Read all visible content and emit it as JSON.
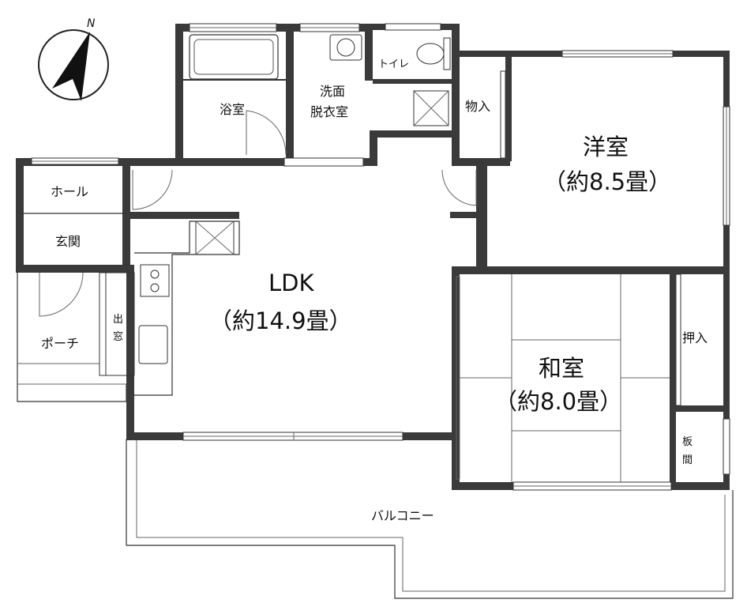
{
  "compass": {
    "north_label": "N"
  },
  "rooms": {
    "bath": "浴室",
    "washroom_line1": "洗面",
    "washroom_line2": "脱衣室",
    "toilet": "トイレ",
    "storage": "物入",
    "western_name": "洋室",
    "western_size": "（約8.5畳）",
    "hall": "ホール",
    "entrance": "玄関",
    "porch": "ポーチ",
    "bay_window_1": "出",
    "bay_window_2": "窓",
    "ldk_name": "LDK",
    "ldk_size": "（約14.9畳）",
    "japanese_name": "和室",
    "japanese_size": "（約8.0畳）",
    "closet": "押入",
    "wood_floor_1": "板",
    "wood_floor_2": "間",
    "balcony": "バルコニー"
  }
}
